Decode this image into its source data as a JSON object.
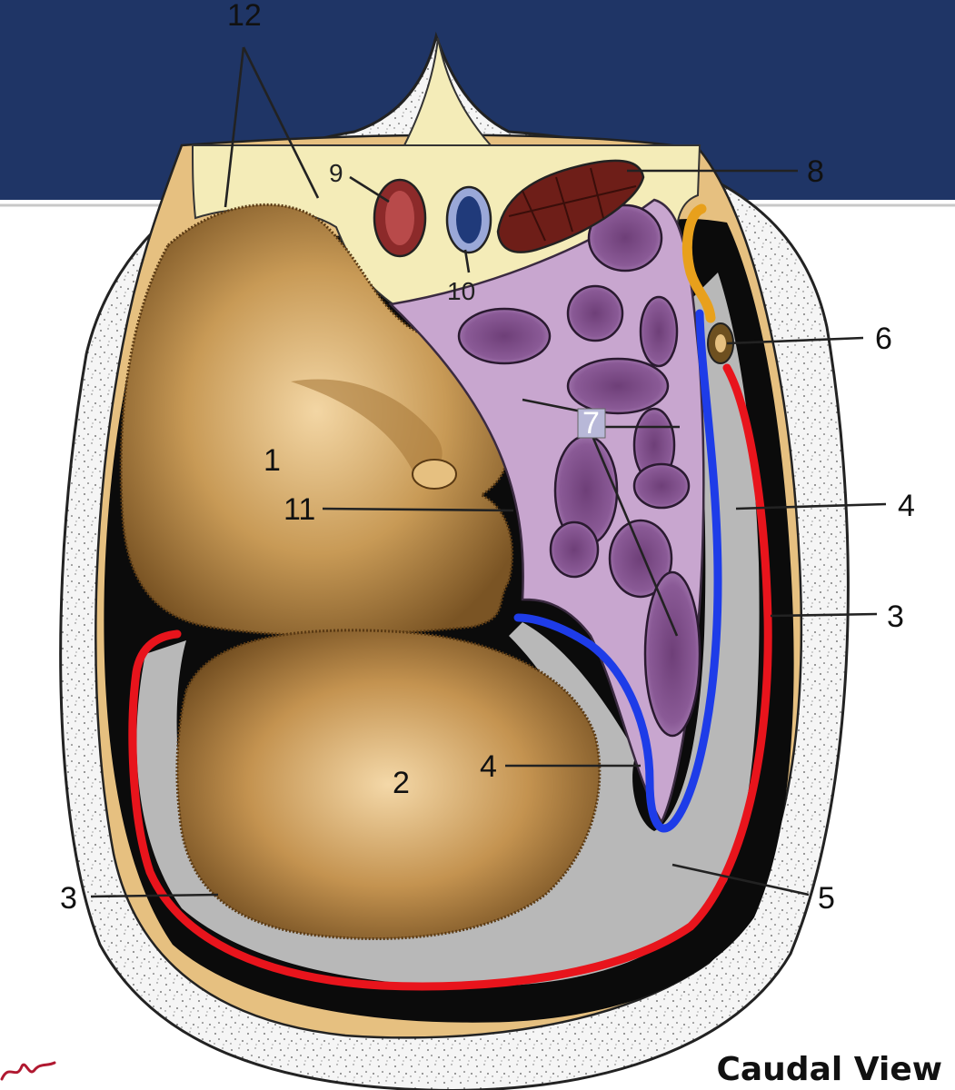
{
  "caption": "Caudal View",
  "labels": {
    "l1": "1",
    "l2": "2",
    "l3_right": "3",
    "l3_left": "3",
    "l4_inner": "4",
    "l4_right": "4",
    "l5": "5",
    "l6": "6",
    "l7": "7",
    "l8": "8",
    "l9": "9",
    "l10": "10",
    "l11": "11",
    "l12": "12"
  },
  "colors": {
    "banner": "#1f3566",
    "parietal_line": "#e8141c",
    "visceral_line": "#1e3ce8",
    "ligament": "#e8a01c",
    "cavity": "#b8b8b8",
    "kidney": "#c89a56",
    "intestine": "#9b6aa6",
    "fat": "#f4ecb8",
    "artery": "#8c2a2a",
    "vein": "#3a5a9a"
  }
}
